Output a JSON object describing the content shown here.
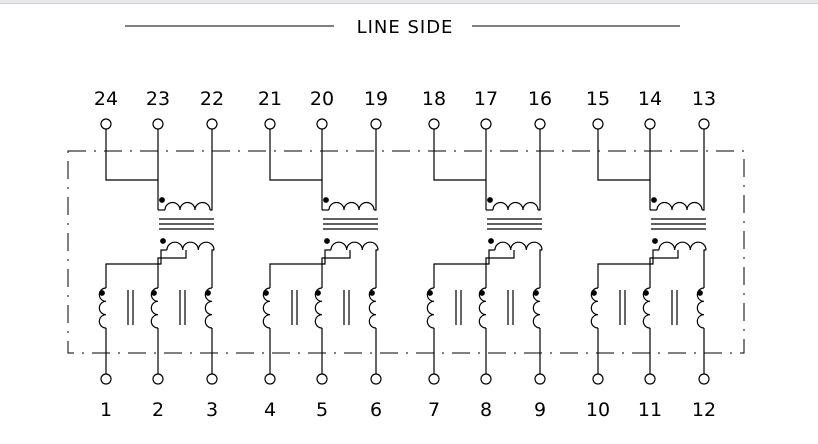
{
  "title": "LINE SIDE",
  "top_pins": [
    "24",
    "23",
    "22",
    "21",
    "20",
    "19",
    "18",
    "17",
    "16",
    "15",
    "14",
    "13"
  ],
  "bottom_pins": [
    "1",
    "2",
    "3",
    "4",
    "5",
    "6",
    "7",
    "8",
    "9",
    "10",
    "11",
    "12"
  ],
  "channel_count": 4,
  "colors": {
    "ink": "#000000",
    "background": "#ffffff",
    "top_band": "#e8e8ea"
  }
}
